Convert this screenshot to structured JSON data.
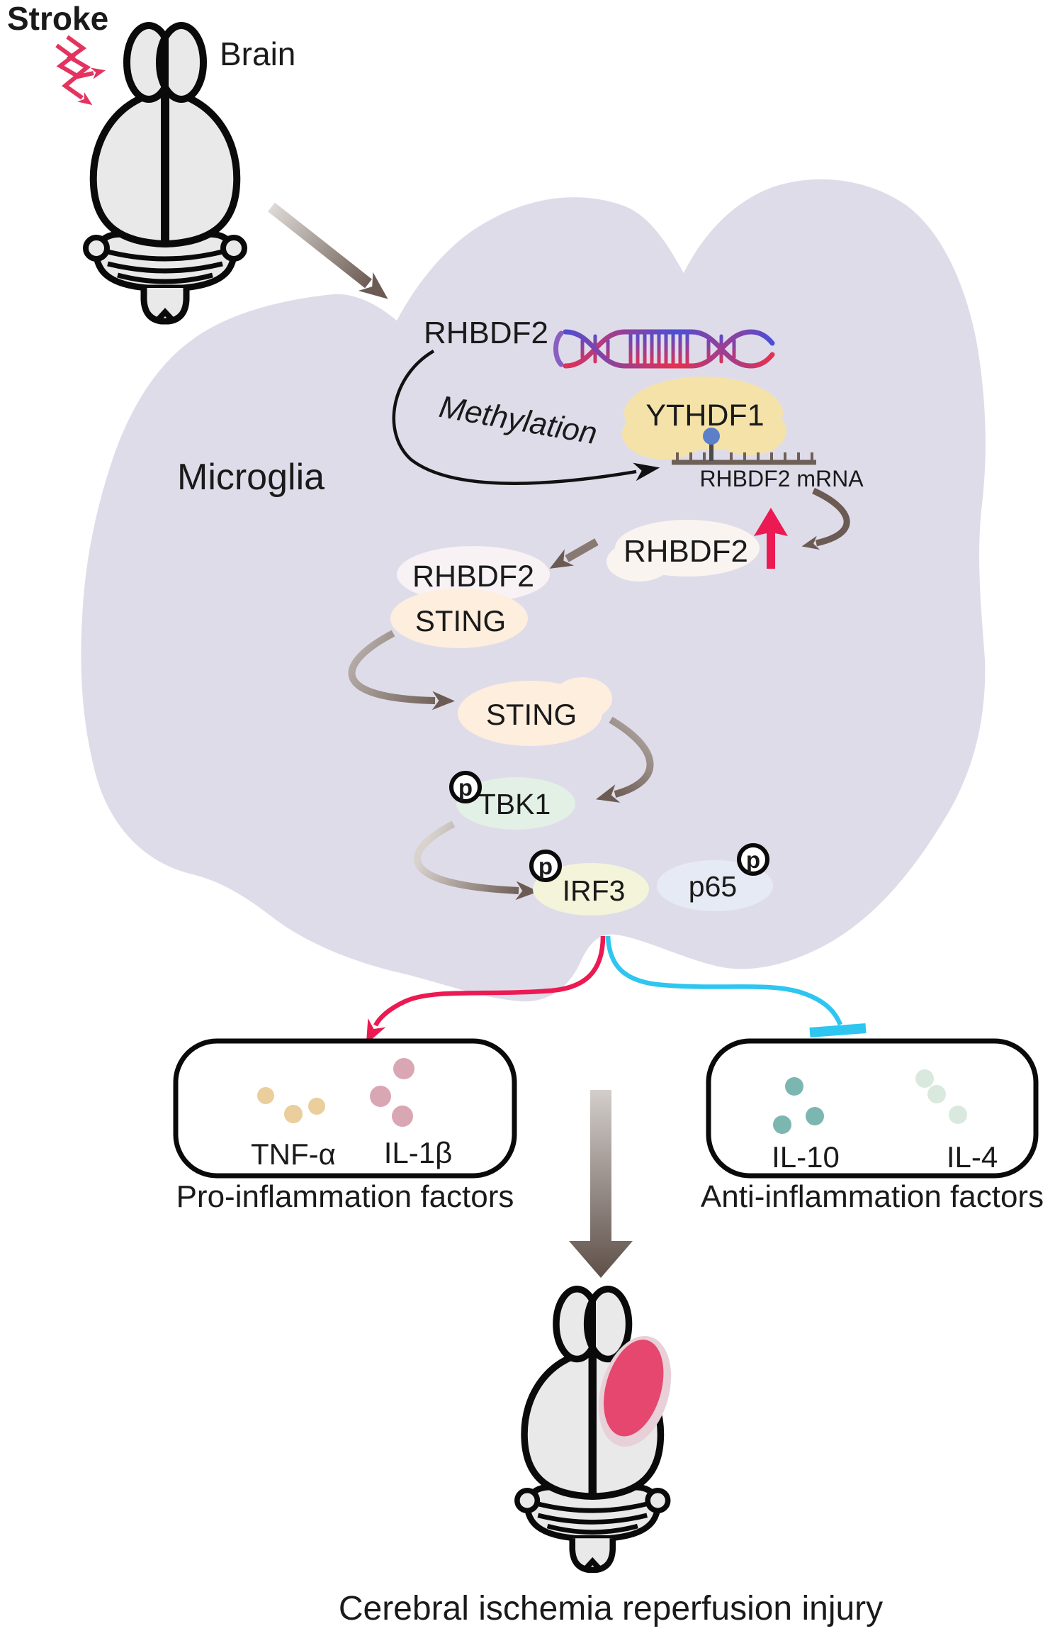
{
  "figure": {
    "stroke_label": "Stroke",
    "brain_label": "Brain",
    "cell_label": "Microglia",
    "caption": "Cerebral ischemia reperfusion injury"
  },
  "pathway": {
    "gene": "RHBDF2",
    "methylation_label": "Methylation",
    "reader": "YTHDF1",
    "mrna_label": "RHBDF2 mRNA",
    "protein": "RHBDF2",
    "complex": {
      "rhbdf2": "RHBDF2",
      "sting": "STING"
    },
    "sting": "STING",
    "tbk1": "TBK1",
    "irf3": "IRF3",
    "p65": "p65",
    "phospho_mark": "p"
  },
  "outputs": {
    "pro": {
      "title": "Pro-inflammation factors",
      "cytokines": [
        "TNF-α",
        "IL-1β"
      ]
    },
    "anti": {
      "title": "Anti-inflammation factors",
      "cytokines": [
        "IL-10",
        "IL-4"
      ]
    }
  },
  "colors": {
    "cell": "#dfdcea",
    "accent_red": "#ec1a52",
    "zigzag_red": "#e4335f",
    "accent_cyan": "#2ec6f0",
    "arrow_brown": "#6b5b52",
    "ythdf1_blob": "#f4e2a9",
    "sting_blob": "#fdeedd",
    "protein_blob": "#faf4f0",
    "complex_blob": "#f8f2f5",
    "tbk1_blob": "#e2f0e6",
    "irf3_blob": "#f3f4d9",
    "p65_blob": "#e6eaf4",
    "brain_fill": "#e9e9e9",
    "infarct": "#e5476e",
    "infarct_halo": "#e7d0d7",
    "tnf_dot": "#eace9b",
    "il1b_dot": "#d9a7b4",
    "il10_dot": "#7cb6b0",
    "il4_dot": "#d9e9de",
    "mrna_ruler": "#6e5f57",
    "m6a_mark": "#5b7fc8"
  }
}
